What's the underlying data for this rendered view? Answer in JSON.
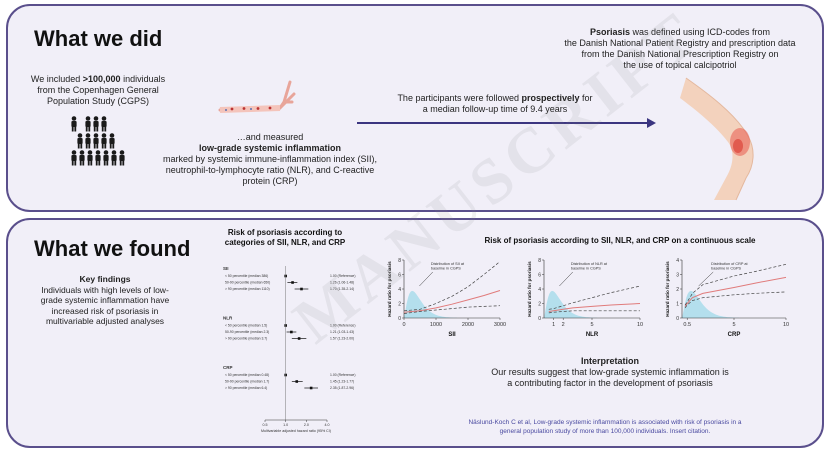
{
  "top": {
    "heading": "What we did",
    "cohort_pre": "We included ",
    "cohort_bold": ">100,000",
    "cohort_post": " individuals",
    "cohort_line2": "from the Copenhagen General",
    "cohort_line3": "Population Study (CGPS)",
    "measured_pre": "…and measured",
    "measured_bold": "low-grade systemic inflammation",
    "measured_line1": "marked by systemic immune-inflammation index (SII),",
    "measured_line2": "neutrophil-to-lymphocyte ratio (NLR), and C-reactive",
    "measured_line3": "protein (CRP)",
    "followup_pre": "The participants were followed ",
    "followup_bold": "prospectively",
    "followup_post": " for",
    "followup_line2": "a median follow-up time of 9.4 years",
    "psoriasis_bold": "Psoriasis",
    "psoriasis_post": " was defined using ICD-codes from",
    "psoriasis_line2": "the Danish National Patient Registry and prescription data",
    "psoriasis_line3": "from the Danish National Prescription Registry on",
    "psoriasis_line4": "the use of topical calcipotriol"
  },
  "bottom": {
    "heading": "What we found",
    "key_title": "Key findings",
    "key_line1": "Individuals with high levels of low-",
    "key_line2": "grade systemic inflammation have",
    "key_line3": "increased risk of psoriasis in",
    "key_line4": "multivariable adjusted analyses",
    "forest_title_line1": "Risk of psoriasis according to",
    "forest_title_line2": "categories of SII, NLR, and CRP",
    "forest": {
      "groups": [
        {
          "name": "SII",
          "rows": [
            {
              "label": "< 50 percentile (median 386)",
              "hr": 1.0,
              "lo": 1.0,
              "hi": 1.0,
              "text": "1.00 (Reference)"
            },
            {
              "label": "50-90 percentile (median 650)",
              "hr": 1.26,
              "lo": 1.06,
              "hi": 1.48,
              "text": "1.26 (1.06-1.48)"
            },
            {
              "label": "> 90 percentile (median 1110)",
              "hr": 1.7,
              "lo": 1.35,
              "hi": 2.14,
              "text": "1.70 (1.35-2.14)"
            }
          ]
        },
        {
          "name": "NLR",
          "rows": [
            {
              "label": "< 50 percentile (median 1.5)",
              "hr": 1.0,
              "lo": 1.0,
              "hi": 1.0,
              "text": "1.00 (Reference)"
            },
            {
              "label": "50-90 percentile (median 2.3)",
              "hr": 1.21,
              "lo": 1.03,
              "hi": 1.43,
              "text": "1.21 (1.03-1.43)"
            },
            {
              "label": "> 90 percentile (median 3.7)",
              "hr": 1.57,
              "lo": 1.23,
              "hi": 2.0,
              "text": "1.57 (1.23-2.00)"
            }
          ]
        },
        {
          "name": "CRP",
          "rows": [
            {
              "label": "< 50 percentile (median 0.48)",
              "hr": 1.0,
              "lo": 1.0,
              "hi": 1.0,
              "text": "1.00 (Reference)"
            },
            {
              "label": "50-90 percentile (median 1.7)",
              "hr": 1.45,
              "lo": 1.23,
              "hi": 1.77,
              "text": "1.45 (1.23-1.77)"
            },
            {
              "label": "> 90 percentile (median 6.4)",
              "hr": 2.35,
              "lo": 1.87,
              "hi": 2.96,
              "text": "2.35 (1.87-2.96)"
            }
          ]
        }
      ],
      "xticks": [
        "0.5",
        "1.0",
        "2.0",
        "4.0"
      ],
      "xlabel": "Multivariable adjusted hazard ratio (95% CI)"
    },
    "cont_title": "Risk of psoriasis according to SII, NLR, and CRP on a continuous scale",
    "interp_title": "Interpretation",
    "interp_line1": "Our results suggest that low-grade systemic inflammation is",
    "interp_line2": "a contributing factor in the development of psoriasis",
    "cite_line1": "Näslund-Koch C et al, Low-grade systemic inflammation is associated with risk of psoriasis in a",
    "cite_line2": "general population study of more than 100,000 individuals. Insert citation."
  },
  "watermark": "MANUSCRIPT",
  "chart_data": [
    {
      "type": "line",
      "xlabel": "SII",
      "ylabel": "Hazard ratio for psoriasis",
      "annotation": "Distribution of SII at baseline in CGPS",
      "xlim": [
        0,
        3000
      ],
      "ylim": [
        0,
        8
      ],
      "xticks": [
        0,
        1000,
        2000,
        3000
      ],
      "yticks": [
        0,
        2,
        4,
        6,
        8
      ],
      "x": [
        0,
        500,
        1000,
        1500,
        2000,
        2500,
        3000
      ],
      "series": [
        {
          "values": [
            0.8,
            1.0,
            1.4,
            1.9,
            2.5,
            3.1,
            3.8
          ]
        },
        {
          "values": [
            0.6,
            0.9,
            1.1,
            1.3,
            1.5,
            1.6,
            1.7
          ]
        },
        {
          "values": [
            1.0,
            1.2,
            2.0,
            3.0,
            4.3,
            6.0,
            7.8
          ]
        }
      ],
      "grid": false
    },
    {
      "type": "line",
      "xlabel": "NLR",
      "ylabel": "Hazard ratio for psoriasis",
      "annotation": "Distribution of NLR at baseline in CGPS",
      "xlim": [
        0,
        10
      ],
      "ylim": [
        0,
        8
      ],
      "xticks": [
        1,
        2,
        5,
        10
      ],
      "yticks": [
        0,
        2,
        4,
        6,
        8
      ],
      "x": [
        0.5,
        1,
        2,
        3,
        5,
        7,
        10
      ],
      "series": [
        {
          "values": [
            0.9,
            1.0,
            1.2,
            1.4,
            1.6,
            1.8,
            2.0
          ]
        },
        {
          "values": [
            0.7,
            0.8,
            0.9,
            1.0,
            1.0,
            1.0,
            1.0
          ]
        },
        {
          "values": [
            1.2,
            1.3,
            1.7,
            2.1,
            2.8,
            3.5,
            4.4
          ]
        }
      ],
      "grid": false
    },
    {
      "type": "line",
      "xlabel": "CRP",
      "ylabel": "Hazard ratio for psoriasis",
      "annotation": "Distribution of CRP at baseline in CGPS",
      "xlim": [
        0,
        10
      ],
      "ylim": [
        0,
        4
      ],
      "xticks": [
        0.5,
        5,
        10
      ],
      "yticks": [
        0,
        1,
        2,
        3,
        4
      ],
      "x": [
        0.3,
        0.5,
        1,
        2,
        5,
        7,
        10
      ],
      "series": [
        {
          "values": [
            0.8,
            1.0,
            1.4,
            1.7,
            2.1,
            2.4,
            2.8
          ]
        },
        {
          "values": [
            0.7,
            0.9,
            1.2,
            1.4,
            1.6,
            1.7,
            1.8
          ]
        },
        {
          "values": [
            0.9,
            1.1,
            1.7,
            2.3,
            2.9,
            3.2,
            3.7
          ]
        }
      ],
      "grid": false
    }
  ]
}
